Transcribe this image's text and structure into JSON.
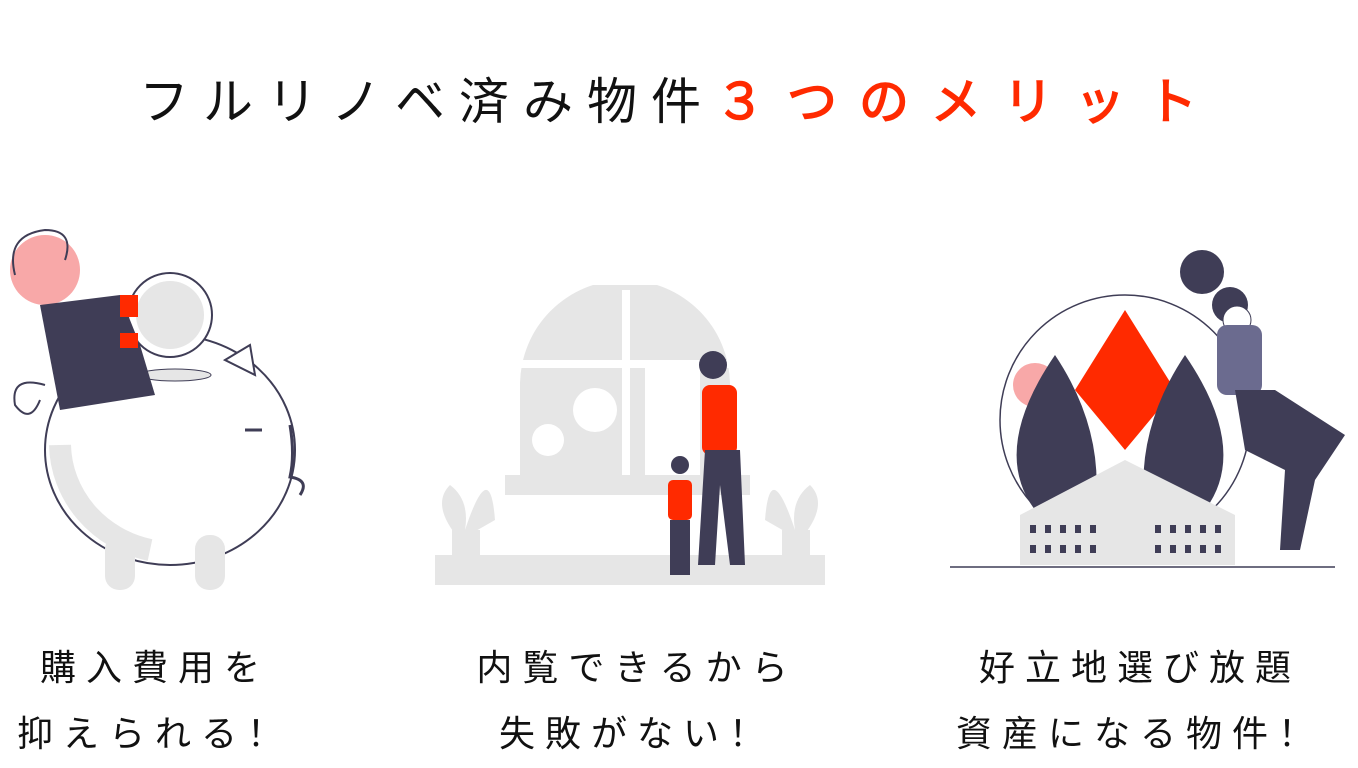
{
  "title": {
    "main": "フルリノベ済み物件",
    "accent": "３つのメリット"
  },
  "colors": {
    "accent": "#ff2a00",
    "dark": "#3f3d56",
    "gray": "#e6e6e6",
    "pink": "#f8a8a8"
  },
  "merits": [
    {
      "line1": "購入費用を",
      "line2": "抑えられる！",
      "icon": "piggy-bank-illustration"
    },
    {
      "line1": "内覧できるから",
      "line2": "失敗がない！",
      "icon": "mother-child-window-illustration"
    },
    {
      "line1": "好立地選び放題",
      "line2": "資産になる物件！",
      "icon": "building-woman-illustration"
    }
  ]
}
